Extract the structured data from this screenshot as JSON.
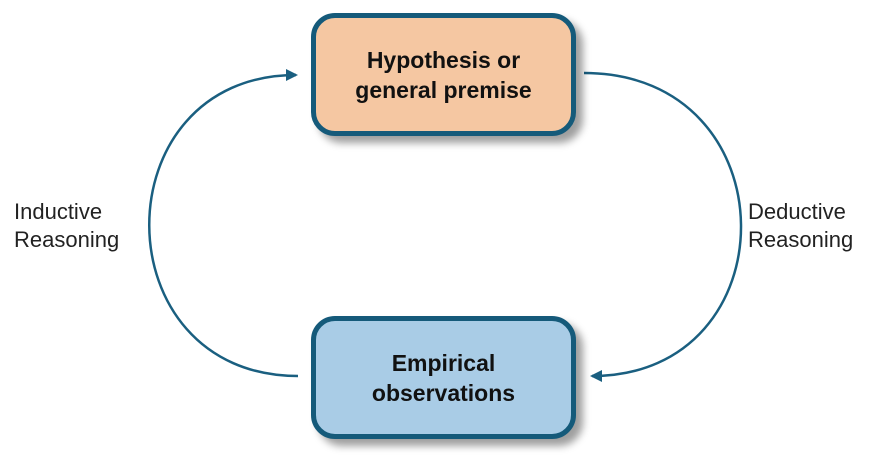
{
  "nodes": {
    "top": {
      "label": "Hypothesis or general premise"
    },
    "bottom": {
      "label": "Empirical observations"
    }
  },
  "edges": {
    "left": {
      "label_line1": "Inductive",
      "label_line2": "Reasoning"
    },
    "right": {
      "label_line1": "Deductive",
      "label_line2": "Reasoning"
    }
  },
  "colors": {
    "arrow": "#1a5f80",
    "box_border": "#155a7a",
    "top_box_fill": "#f5c7a2",
    "bottom_box_fill": "#a9cce6"
  }
}
